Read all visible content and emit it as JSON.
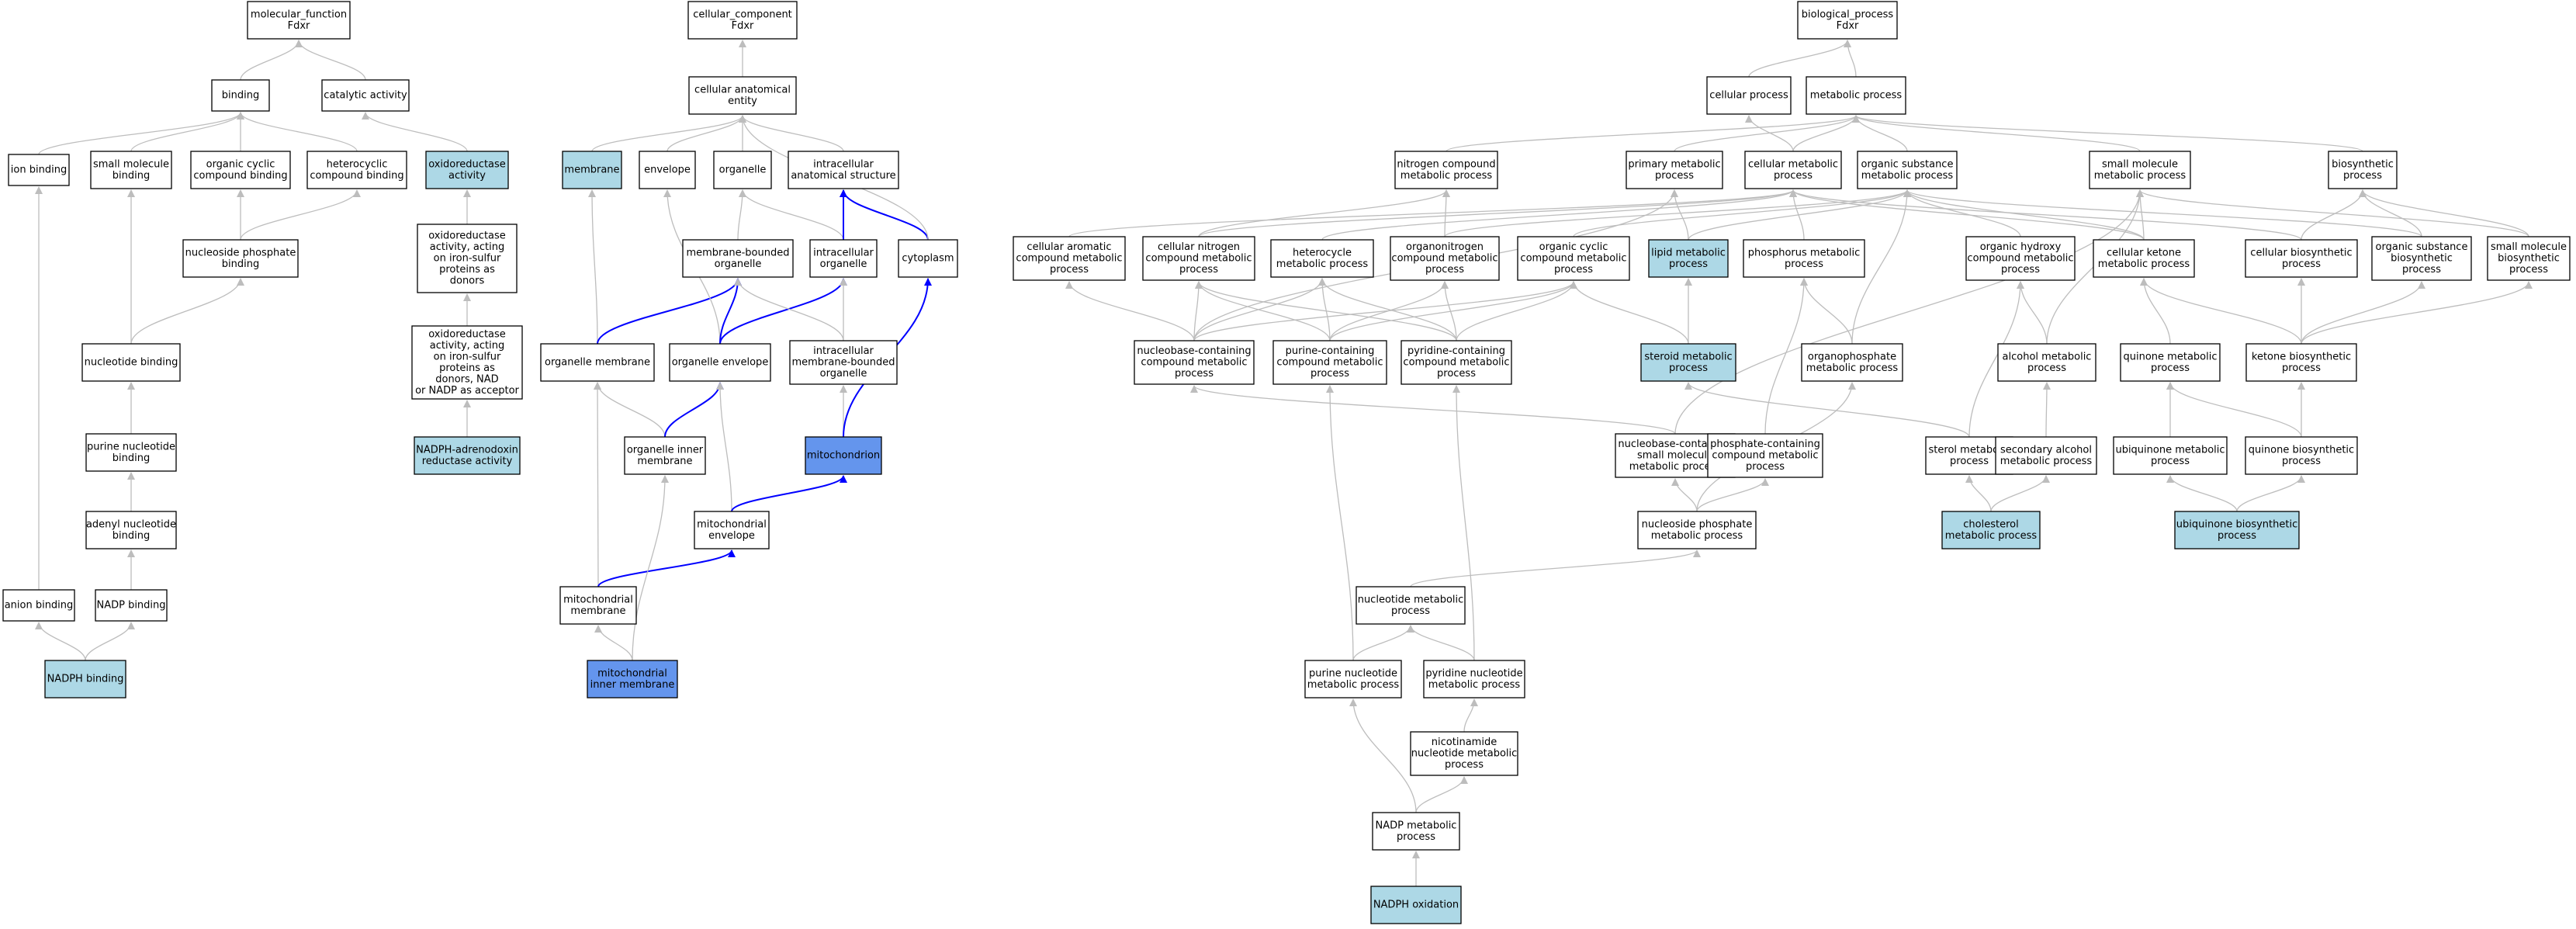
{
  "colors": {
    "plain": "#ffffff",
    "annotated": "#add8e6",
    "highlight": "#6495ed",
    "edge": "#bdbdbd",
    "edge_highlight": "#0000ff",
    "border": "#000000"
  },
  "nodes": [
    {
      "id": "mf_root",
      "lines": [
        "molecular_function",
        "Fdxr"
      ],
      "style": "plain"
    },
    {
      "id": "binding",
      "lines": [
        "binding"
      ],
      "style": "plain"
    },
    {
      "id": "catalytic",
      "lines": [
        "catalytic activity"
      ],
      "style": "plain"
    },
    {
      "id": "ion_binding",
      "lines": [
        "ion binding"
      ],
      "style": "plain"
    },
    {
      "id": "small_mol_binding",
      "lines": [
        "small molecule",
        "binding"
      ],
      "style": "plain"
    },
    {
      "id": "org_cyclic_binding",
      "lines": [
        "organic cyclic",
        "compound binding"
      ],
      "style": "plain"
    },
    {
      "id": "heterocyclic_binding",
      "lines": [
        "heterocyclic",
        "compound binding"
      ],
      "style": "plain"
    },
    {
      "id": "oxidoreductase",
      "lines": [
        "oxidoreductase",
        "activity"
      ],
      "style": "annotated"
    },
    {
      "id": "nucleoside_phos_binding",
      "lines": [
        "nucleoside phosphate",
        "binding"
      ],
      "style": "plain"
    },
    {
      "id": "oxido_iron_sulfur",
      "lines": [
        "oxidoreductase",
        "activity, acting",
        "on iron-sulfur",
        "proteins as",
        "donors"
      ],
      "style": "plain"
    },
    {
      "id": "nucleotide_binding",
      "lines": [
        "nucleotide binding"
      ],
      "style": "plain"
    },
    {
      "id": "oxido_nad",
      "lines": [
        "oxidoreductase",
        "activity, acting",
        "on iron-sulfur",
        "proteins as",
        "donors, NAD",
        "or NADP as acceptor"
      ],
      "style": "plain"
    },
    {
      "id": "purine_nuc_binding",
      "lines": [
        "purine nucleotide",
        "binding"
      ],
      "style": "plain"
    },
    {
      "id": "nadph_adrenodoxin",
      "lines": [
        "NADPH-adrenodoxin",
        "reductase activity"
      ],
      "style": "annotated"
    },
    {
      "id": "adenyl_binding",
      "lines": [
        "adenyl nucleotide",
        "binding"
      ],
      "style": "plain"
    },
    {
      "id": "anion_binding",
      "lines": [
        "anion binding"
      ],
      "style": "plain"
    },
    {
      "id": "nadp_binding",
      "lines": [
        "NADP binding"
      ],
      "style": "plain"
    },
    {
      "id": "nadph_binding",
      "lines": [
        "NADPH binding"
      ],
      "style": "annotated"
    },
    {
      "id": "cc_root",
      "lines": [
        "cellular_component",
        "Fdxr"
      ],
      "style": "plain"
    },
    {
      "id": "cell_anat",
      "lines": [
        "cellular anatomical",
        "entity"
      ],
      "style": "plain"
    },
    {
      "id": "membrane",
      "lines": [
        "membrane"
      ],
      "style": "annotated"
    },
    {
      "id": "envelope",
      "lines": [
        "envelope"
      ],
      "style": "plain"
    },
    {
      "id": "organelle",
      "lines": [
        "organelle"
      ],
      "style": "plain"
    },
    {
      "id": "intracell_anat",
      "lines": [
        "intracellular",
        "anatomical structure"
      ],
      "style": "plain"
    },
    {
      "id": "memb_bounded_org",
      "lines": [
        "membrane-bounded",
        "organelle"
      ],
      "style": "plain"
    },
    {
      "id": "intracell_org",
      "lines": [
        "intracellular",
        "organelle"
      ],
      "style": "plain"
    },
    {
      "id": "cytoplasm",
      "lines": [
        "cytoplasm"
      ],
      "style": "plain"
    },
    {
      "id": "org_membrane",
      "lines": [
        "organelle membrane"
      ],
      "style": "plain"
    },
    {
      "id": "org_envelope",
      "lines": [
        "organelle envelope"
      ],
      "style": "plain"
    },
    {
      "id": "intracell_mb_org",
      "lines": [
        "intracellular",
        "membrane-bounded",
        "organelle"
      ],
      "style": "plain"
    },
    {
      "id": "org_inner_memb",
      "lines": [
        "organelle inner",
        "membrane"
      ],
      "style": "plain"
    },
    {
      "id": "mitochondrion",
      "lines": [
        "mitochondrion"
      ],
      "style": "highlight"
    },
    {
      "id": "mito_envelope",
      "lines": [
        "mitochondrial",
        "envelope"
      ],
      "style": "plain"
    },
    {
      "id": "mito_membrane",
      "lines": [
        "mitochondrial",
        "membrane"
      ],
      "style": "plain"
    },
    {
      "id": "mito_inner_memb",
      "lines": [
        "mitochondrial",
        "inner membrane"
      ],
      "style": "highlight"
    },
    {
      "id": "bp_root",
      "lines": [
        "biological_process",
        "Fdxr"
      ],
      "style": "plain"
    },
    {
      "id": "cellular_process",
      "lines": [
        "cellular process"
      ],
      "style": "plain"
    },
    {
      "id": "metabolic_process",
      "lines": [
        "metabolic process"
      ],
      "style": "plain"
    },
    {
      "id": "nitrogen_met",
      "lines": [
        "nitrogen compound",
        "metabolic process"
      ],
      "style": "plain"
    },
    {
      "id": "primary_met",
      "lines": [
        "primary metabolic",
        "process"
      ],
      "style": "plain"
    },
    {
      "id": "cellular_met",
      "lines": [
        "cellular metabolic",
        "process"
      ],
      "style": "plain"
    },
    {
      "id": "org_subst_met",
      "lines": [
        "organic substance",
        "metabolic process"
      ],
      "style": "plain"
    },
    {
      "id": "small_mol_met",
      "lines": [
        "small molecule",
        "metabolic process"
      ],
      "style": "plain"
    },
    {
      "id": "biosynthetic",
      "lines": [
        "biosynthetic",
        "process"
      ],
      "style": "plain"
    },
    {
      "id": "cell_arom_met",
      "lines": [
        "cellular aromatic",
        "compound metabolic",
        "process"
      ],
      "style": "plain"
    },
    {
      "id": "cell_nitro_met",
      "lines": [
        "cellular nitrogen",
        "compound metabolic",
        "process"
      ],
      "style": "plain"
    },
    {
      "id": "heterocycle_met",
      "lines": [
        "heterocycle",
        "metabolic process"
      ],
      "style": "plain"
    },
    {
      "id": "organonitrogen_met",
      "lines": [
        "organonitrogen",
        "compound metabolic",
        "process"
      ],
      "style": "plain"
    },
    {
      "id": "org_cyclic_met",
      "lines": [
        "organic cyclic",
        "compound metabolic",
        "process"
      ],
      "style": "plain"
    },
    {
      "id": "lipid_met",
      "lines": [
        "lipid metabolic",
        "process"
      ],
      "style": "annotated"
    },
    {
      "id": "phosphorus_met",
      "lines": [
        "phosphorus metabolic",
        "process"
      ],
      "style": "plain"
    },
    {
      "id": "org_hydroxy_met",
      "lines": [
        "organic hydroxy",
        "compound metabolic",
        "process"
      ],
      "style": "plain"
    },
    {
      "id": "cell_ketone_met",
      "lines": [
        "cellular ketone",
        "metabolic process"
      ],
      "style": "plain"
    },
    {
      "id": "cell_biosyn",
      "lines": [
        "cellular biosynthetic",
        "process"
      ],
      "style": "plain"
    },
    {
      "id": "org_subst_biosyn",
      "lines": [
        "organic substance",
        "biosynthetic",
        "process"
      ],
      "style": "plain"
    },
    {
      "id": "small_mol_biosyn",
      "lines": [
        "small molecule",
        "biosynthetic",
        "process"
      ],
      "style": "plain"
    },
    {
      "id": "nucleobase_met",
      "lines": [
        "nucleobase-containing",
        "compound metabolic",
        "process"
      ],
      "style": "plain"
    },
    {
      "id": "purine_met",
      "lines": [
        "purine-containing",
        "compound metabolic",
        "process"
      ],
      "style": "plain"
    },
    {
      "id": "pyridine_met",
      "lines": [
        "pyridine-containing",
        "compound metabolic",
        "process"
      ],
      "style": "plain"
    },
    {
      "id": "steroid_met",
      "lines": [
        "steroid metabolic",
        "process"
      ],
      "style": "annotated"
    },
    {
      "id": "organophosphate_met",
      "lines": [
        "organophosphate",
        "metabolic process"
      ],
      "style": "plain"
    },
    {
      "id": "alcohol_met",
      "lines": [
        "alcohol metabolic",
        "process"
      ],
      "style": "plain"
    },
    {
      "id": "quinone_met",
      "lines": [
        "quinone metabolic",
        "process"
      ],
      "style": "plain"
    },
    {
      "id": "ketone_biosyn",
      "lines": [
        "ketone biosynthetic",
        "process"
      ],
      "style": "plain"
    },
    {
      "id": "nucleobase_small_met",
      "lines": [
        "nucleobase-containing",
        "small molecule",
        "metabolic process"
      ],
      "style": "plain"
    },
    {
      "id": "phosphate_met",
      "lines": [
        "phosphate-containing",
        "compound metabolic",
        "process"
      ],
      "style": "plain"
    },
    {
      "id": "sterol_met",
      "lines": [
        "sterol metabolic",
        "process"
      ],
      "style": "plain"
    },
    {
      "id": "sec_alcohol_met",
      "lines": [
        "secondary alcohol",
        "metabolic process"
      ],
      "style": "plain"
    },
    {
      "id": "ubiquinone_met",
      "lines": [
        "ubiquinone metabolic",
        "process"
      ],
      "style": "plain"
    },
    {
      "id": "quinone_biosyn",
      "lines": [
        "quinone biosynthetic",
        "process"
      ],
      "style": "plain"
    },
    {
      "id": "nucleoside_phos_met",
      "lines": [
        "nucleoside phosphate",
        "metabolic process"
      ],
      "style": "plain"
    },
    {
      "id": "cholesterol_met",
      "lines": [
        "cholesterol",
        "metabolic process"
      ],
      "style": "annotated"
    },
    {
      "id": "ubiquinone_biosyn",
      "lines": [
        "ubiquinone biosynthetic",
        "process"
      ],
      "style": "annotated"
    },
    {
      "id": "nucleotide_met",
      "lines": [
        "nucleotide metabolic",
        "process"
      ],
      "style": "plain"
    },
    {
      "id": "purine_nuc_met",
      "lines": [
        "purine nucleotide",
        "metabolic process"
      ],
      "style": "plain"
    },
    {
      "id": "pyridine_nuc_met",
      "lines": [
        "pyridine nucleotide",
        "metabolic process"
      ],
      "style": "plain"
    },
    {
      "id": "nicotinamide_met",
      "lines": [
        "nicotinamide",
        "nucleotide metabolic",
        "process"
      ],
      "style": "plain"
    },
    {
      "id": "nadp_met",
      "lines": [
        "NADP metabolic",
        "process"
      ],
      "style": "plain"
    },
    {
      "id": "nadph_oxidation",
      "lines": [
        "NADPH oxidation"
      ],
      "style": "annotated"
    }
  ],
  "edges": [
    [
      "binding",
      "mf_root"
    ],
    [
      "catalytic",
      "mf_root"
    ],
    [
      "ion_binding",
      "binding"
    ],
    [
      "small_mol_binding",
      "binding"
    ],
    [
      "org_cyclic_binding",
      "binding"
    ],
    [
      "heterocyclic_binding",
      "binding"
    ],
    [
      "oxidoreductase",
      "catalytic"
    ],
    [
      "nucleoside_phos_binding",
      "org_cyclic_binding"
    ],
    [
      "nucleoside_phos_binding",
      "heterocyclic_binding"
    ],
    [
      "oxido_iron_sulfur",
      "oxidoreductase"
    ],
    [
      "oxido_nad",
      "oxido_iron_sulfur"
    ],
    [
      "nadph_adrenodoxin",
      "oxido_nad"
    ],
    [
      "nucleotide_binding",
      "small_mol_binding"
    ],
    [
      "nucleotide_binding",
      "nucleoside_phos_binding"
    ],
    [
      "purine_nuc_binding",
      "nucleotide_binding"
    ],
    [
      "adenyl_binding",
      "purine_nuc_binding"
    ],
    [
      "anion_binding",
      "ion_binding"
    ],
    [
      "nadp_binding",
      "adenyl_binding"
    ],
    [
      "nadph_binding",
      "anion_binding"
    ],
    [
      "nadph_binding",
      "nadp_binding"
    ],
    [
      "cell_anat",
      "cc_root"
    ],
    [
      "membrane",
      "cell_anat"
    ],
    [
      "envelope",
      "cell_anat"
    ],
    [
      "organelle",
      "cell_anat"
    ],
    [
      "intracell_anat",
      "cell_anat"
    ],
    [
      "memb_bounded_org",
      "organelle"
    ],
    [
      "intracell_org",
      "organelle"
    ],
    [
      "intracell_org",
      "intracell_anat",
      "hi"
    ],
    [
      "cytoplasm",
      "intracell_anat",
      "hi"
    ],
    [
      "cytoplasm",
      "cell_anat"
    ],
    [
      "org_membrane",
      "membrane"
    ],
    [
      "org_membrane",
      "memb_bounded_org",
      "hi"
    ],
    [
      "org_envelope",
      "envelope"
    ],
    [
      "org_envelope",
      "memb_bounded_org",
      "hi"
    ],
    [
      "org_envelope",
      "intracell_org",
      "hi"
    ],
    [
      "intracell_mb_org",
      "memb_bounded_org"
    ],
    [
      "intracell_mb_org",
      "intracell_org"
    ],
    [
      "org_inner_memb",
      "org_membrane"
    ],
    [
      "org_inner_memb",
      "org_envelope",
      "hi"
    ],
    [
      "mitochondrion",
      "intracell_mb_org"
    ],
    [
      "mitochondrion",
      "cytoplasm",
      "hi"
    ],
    [
      "mito_envelope",
      "org_envelope"
    ],
    [
      "mito_envelope",
      "mitochondrion",
      "hi"
    ],
    [
      "mito_membrane",
      "org_membrane"
    ],
    [
      "mito_membrane",
      "mito_envelope",
      "hi"
    ],
    [
      "mito_inner_memb",
      "mito_membrane"
    ],
    [
      "mito_inner_memb",
      "org_inner_memb"
    ],
    [
      "cellular_process",
      "bp_root"
    ],
    [
      "metabolic_process",
      "bp_root"
    ],
    [
      "nitrogen_met",
      "metabolic_process"
    ],
    [
      "primary_met",
      "metabolic_process"
    ],
    [
      "cellular_met",
      "metabolic_process"
    ],
    [
      "cellular_met",
      "cellular_process"
    ],
    [
      "org_subst_met",
      "metabolic_process"
    ],
    [
      "small_mol_met",
      "metabolic_process"
    ],
    [
      "biosynthetic",
      "metabolic_process"
    ],
    [
      "cell_arom_met",
      "cellular_met"
    ],
    [
      "cell_nitro_met",
      "nitrogen_met"
    ],
    [
      "cell_nitro_met",
      "cellular_met"
    ],
    [
      "heterocycle_met",
      "cellular_met"
    ],
    [
      "organonitrogen_met",
      "nitrogen_met"
    ],
    [
      "organonitrogen_met",
      "org_subst_met"
    ],
    [
      "org_cyclic_met",
      "org_subst_met"
    ],
    [
      "lipid_met",
      "primary_met"
    ],
    [
      "lipid_met",
      "org_subst_met"
    ],
    [
      "phosphorus_met",
      "cellular_met"
    ],
    [
      "org_hydroxy_met",
      "org_subst_met"
    ],
    [
      "cell_ketone_met",
      "org_subst_met"
    ],
    [
      "cell_ketone_met",
      "small_mol_met"
    ],
    [
      "cell_ketone_met",
      "cellular_met"
    ],
    [
      "cell_biosyn",
      "biosynthetic"
    ],
    [
      "cell_biosyn",
      "cellular_met"
    ],
    [
      "org_subst_biosyn",
      "biosynthetic"
    ],
    [
      "org_subst_biosyn",
      "org_subst_met"
    ],
    [
      "small_mol_biosyn",
      "small_mol_met"
    ],
    [
      "small_mol_biosyn",
      "biosynthetic"
    ],
    [
      "nucleobase_met",
      "cell_arom_met"
    ],
    [
      "nucleobase_met",
      "cell_nitro_met"
    ],
    [
      "nucleobase_met",
      "heterocycle_met"
    ],
    [
      "nucleobase_met",
      "org_cyclic_met"
    ],
    [
      "nucleobase_met",
      "primary_met"
    ],
    [
      "purine_met",
      "cell_nitro_met"
    ],
    [
      "purine_met",
      "heterocycle_met"
    ],
    [
      "purine_met",
      "organonitrogen_met"
    ],
    [
      "purine_met",
      "org_cyclic_met"
    ],
    [
      "pyridine_met",
      "cell_nitro_met"
    ],
    [
      "pyridine_met",
      "heterocycle_met"
    ],
    [
      "pyridine_met",
      "organonitrogen_met"
    ],
    [
      "pyridine_met",
      "org_cyclic_met"
    ],
    [
      "steroid_met",
      "lipid_met"
    ],
    [
      "steroid_met",
      "org_cyclic_met"
    ],
    [
      "organophosphate_met",
      "phosphorus_met"
    ],
    [
      "organophosphate_met",
      "org_subst_met"
    ],
    [
      "alcohol_met",
      "org_hydroxy_met"
    ],
    [
      "alcohol_met",
      "small_mol_met"
    ],
    [
      "quinone_met",
      "cell_ketone_met"
    ],
    [
      "ketone_biosyn",
      "cell_ketone_met"
    ],
    [
      "ketone_biosyn",
      "cell_biosyn"
    ],
    [
      "ketone_biosyn",
      "org_subst_biosyn"
    ],
    [
      "ketone_biosyn",
      "small_mol_biosyn"
    ],
    [
      "nucleobase_small_met",
      "nucleobase_met"
    ],
    [
      "nucleobase_small_met",
      "small_mol_met"
    ],
    [
      "phosphate_met",
      "phosphorus_met"
    ],
    [
      "sterol_met",
      "steroid_met"
    ],
    [
      "sterol_met",
      "org_hydroxy_met"
    ],
    [
      "sec_alcohol_met",
      "alcohol_met"
    ],
    [
      "ubiquinone_met",
      "quinone_met"
    ],
    [
      "quinone_biosyn",
      "quinone_met"
    ],
    [
      "quinone_biosyn",
      "ketone_biosyn"
    ],
    [
      "nucleoside_phos_met",
      "nucleobase_small_met"
    ],
    [
      "nucleoside_phos_met",
      "phosphate_met"
    ],
    [
      "nucleoside_phos_met",
      "organophosphate_met"
    ],
    [
      "cholesterol_met",
      "sterol_met"
    ],
    [
      "cholesterol_met",
      "sec_alcohol_met"
    ],
    [
      "ubiquinone_biosyn",
      "ubiquinone_met"
    ],
    [
      "ubiquinone_biosyn",
      "quinone_biosyn"
    ],
    [
      "nucleotide_met",
      "nucleoside_phos_met"
    ],
    [
      "purine_nuc_met",
      "nucleotide_met"
    ],
    [
      "purine_nuc_met",
      "purine_met"
    ],
    [
      "pyridine_nuc_met",
      "nucleotide_met"
    ],
    [
      "pyridine_nuc_met",
      "pyridine_met"
    ],
    [
      "nicotinamide_met",
      "pyridine_nuc_met"
    ],
    [
      "nadp_met",
      "purine_nuc_met"
    ],
    [
      "nadp_met",
      "nicotinamide_met"
    ],
    [
      "nadph_oxidation",
      "nadp_met"
    ]
  ]
}
